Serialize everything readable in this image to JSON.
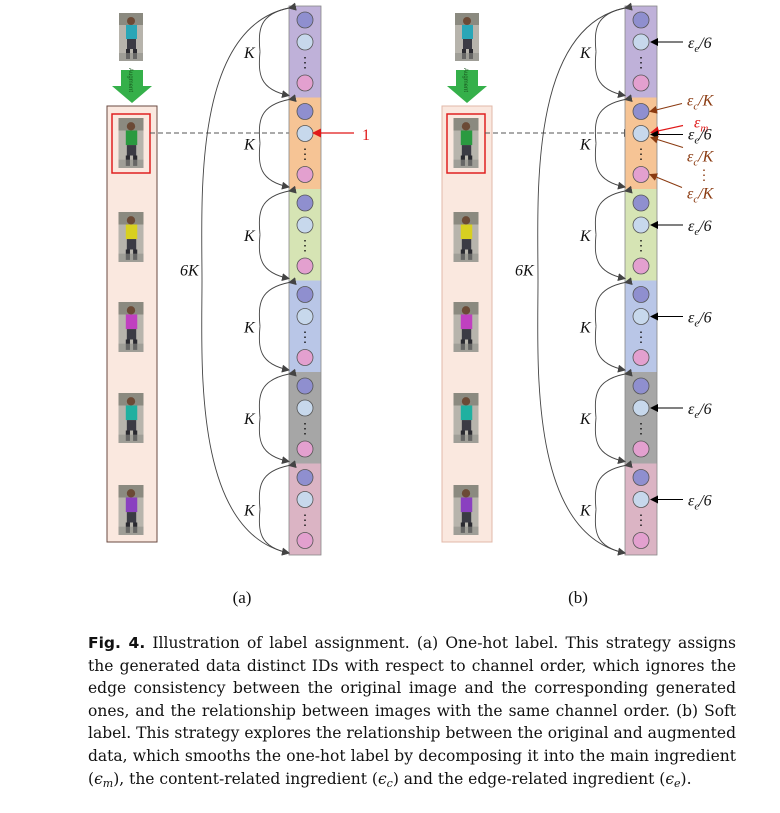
{
  "figure": {
    "panel_labels": [
      "(a)",
      "(b)"
    ],
    "k_label": "K",
    "span_label": "6K",
    "augment_label": "Augment",
    "onehot_value": "1",
    "channel_colors": [
      "#bfb1d9",
      "#f6c495",
      "#d6e4b4",
      "#b9c6e7",
      "#a6a6a6",
      "#dbb4c4"
    ],
    "node_colors": {
      "top": "#8f8fcf",
      "mid": "#c7d8ec",
      "bottom": "#e3a0cf"
    },
    "eps_m": "ε",
    "eps_m_sub": "m",
    "eps_c": "ε",
    "eps_c_sub": "c",
    "eps_c_den": "/K",
    "eps_e": "ε",
    "eps_e_sub": "e",
    "eps_e_den": "/6",
    "ellipsis": "⋮"
  },
  "caption": {
    "label": "Fig. 4.",
    "text": "Illustration of label assignment. (a) One-hot label. This strategy assigns the generated data distinct IDs with respect to channel order, which ignores the edge consistency between the original image and the corresponding generated ones, and the relationship between images with the same channel order. (b) Soft label. This strategy explores the relationship between the original and augmented data, which smooths the one-hot label by decomposing it into the main ingredient (",
    "sym_m": "ϵ",
    "sub_m": "m",
    "text_mid1": "), the content-related ingredient (",
    "sym_c": "ϵ",
    "sub_c": "c",
    "text_mid2": ") and the edge-related ingredient (",
    "sym_e": "ϵ",
    "sub_e": "e",
    "text_end": ")."
  }
}
